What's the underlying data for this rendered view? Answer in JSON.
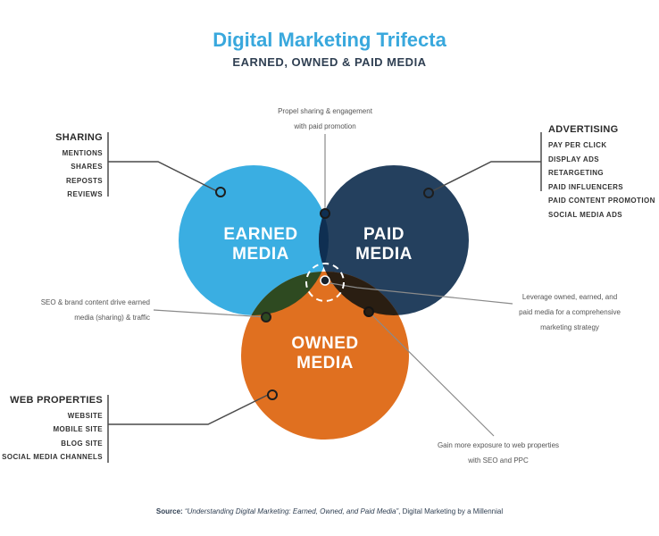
{
  "title": "Digital Marketing Trifecta",
  "subtitle": "EARNED, OWNED & PAID MEDIA",
  "circles": {
    "earned": {
      "line1": "EARNED",
      "line2": "MEDIA",
      "color": "#3aaee2"
    },
    "paid": {
      "line1": "PAID",
      "line2": "MEDIA",
      "color": "#24405e"
    },
    "owned": {
      "line1": "OWNED",
      "line2": "MEDIA",
      "color": "#e07020"
    }
  },
  "overlap_colors": {
    "earned_paid": "#0f2f52",
    "earned_owned": "#2e4a21",
    "paid_owned": "#2a1e12",
    "center": "#18212a"
  },
  "sharing": {
    "title": "SHARING",
    "items": [
      "MENTIONS",
      "SHARES",
      "REPOSTS",
      "REVIEWS"
    ]
  },
  "advertising": {
    "title": "ADVERTISING",
    "items": [
      "PAY PER CLICK",
      "DISPLAY ADS",
      "RETARGETING",
      "PAID INFLUENCERS",
      "PAID CONTENT PROMOTION",
      "SOCIAL MEDIA ADS"
    ]
  },
  "web_properties": {
    "title": "WEB PROPERTIES",
    "items": [
      "WEBSITE",
      "MOBILE SITE",
      "BLOG SITE",
      "SOCIAL MEDIA CHANNELS"
    ]
  },
  "notes": {
    "earned_paid_line1": "Propel sharing & engagement",
    "earned_paid_line2": "with paid promotion",
    "earned_owned_line1": "SEO & brand content drive earned",
    "earned_owned_line2": "media (sharing) & traffic",
    "center_line1": "Leverage owned, earned, and",
    "center_line2": "paid media for a comprehensive",
    "center_line3": "marketing strategy",
    "paid_owned_line1": "Gain more exposure to web properties",
    "paid_owned_line2": "with SEO and PPC"
  },
  "source": {
    "label": "Source:",
    "title": "“Understanding Digital Marketing: Earned, Owned, and Paid Media”",
    "suffix": ", Digital Marketing by a Millennial"
  }
}
